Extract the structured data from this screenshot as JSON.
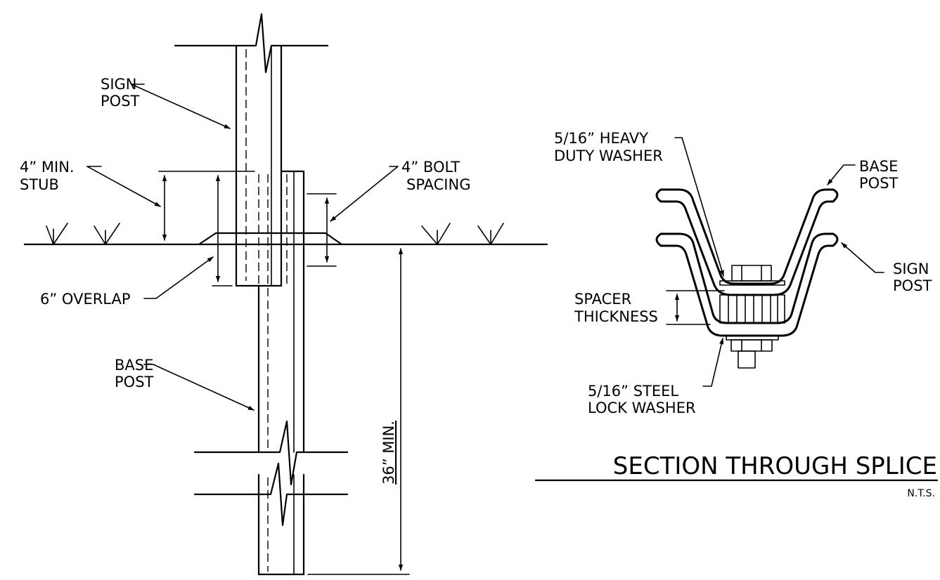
{
  "labels": {
    "sign_post": [
      "SIGN",
      "POST"
    ],
    "min_stub": [
      "4”  MIN.",
      "STUB"
    ],
    "bolt_spacing": [
      "4”  BOLT",
      "SPACING"
    ],
    "overlap": "6”  OVERLAP",
    "base_post": [
      "BASE",
      "POST"
    ],
    "embed_depth": "36”  MIN.",
    "heavy_washer": [
      "5/16”  HEAVY",
      "DUTY  WASHER"
    ],
    "section_base_post": [
      "BASE",
      "POST"
    ],
    "section_sign_post": [
      "SIGN",
      "POST"
    ],
    "spacer": [
      "SPACER",
      "THICKNESS"
    ],
    "lock_washer": [
      "5/16”  STEEL",
      "LOCK  WASHER"
    ]
  },
  "section_title": "SECTION  THROUGH  SPLICE",
  "scale_note": "N.T.S."
}
